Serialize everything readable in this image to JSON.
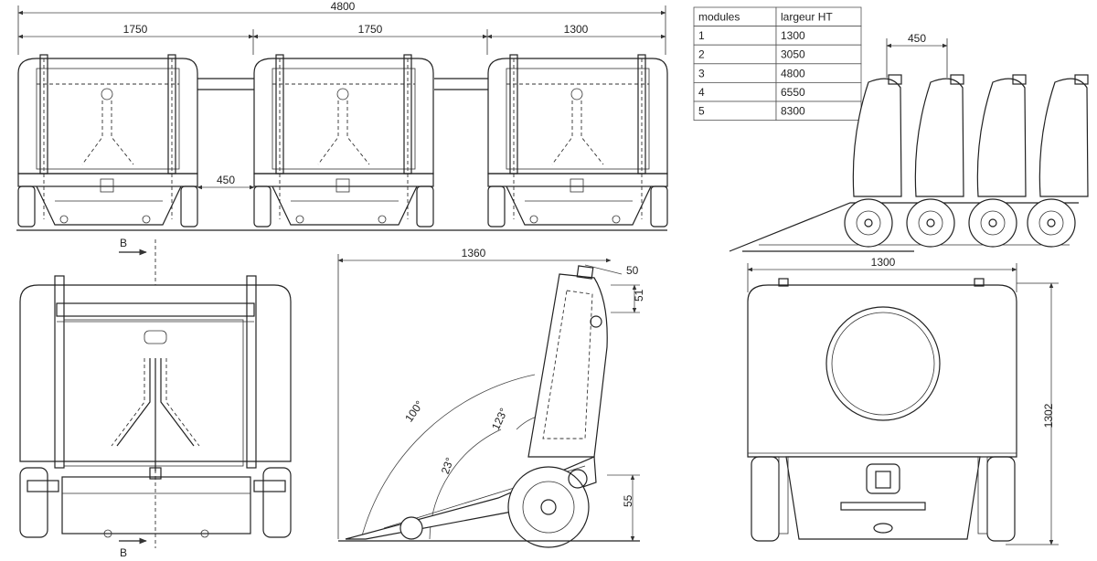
{
  "dimensions": {
    "total_width": "4800",
    "module_1": "1750",
    "module_2": "1750",
    "module_3": "1300",
    "gap_front": "450",
    "gap_side": "450",
    "side_width": "1360",
    "dim_50": "50",
    "dim_51": "51",
    "dim_55": "55",
    "angle_100": "100°",
    "angle_123": "123°",
    "angle_23": "23°",
    "rear_width": "1300",
    "rear_height": "1302"
  },
  "section_marks": {
    "top": "B",
    "bottom": "B"
  },
  "table": {
    "headers": [
      "modules",
      "largeur HT"
    ],
    "rows": [
      [
        "1",
        "1300"
      ],
      [
        "2",
        "3050"
      ],
      [
        "3",
        "4800"
      ],
      [
        "4",
        "6550"
      ],
      [
        "5",
        "8300"
      ]
    ]
  }
}
